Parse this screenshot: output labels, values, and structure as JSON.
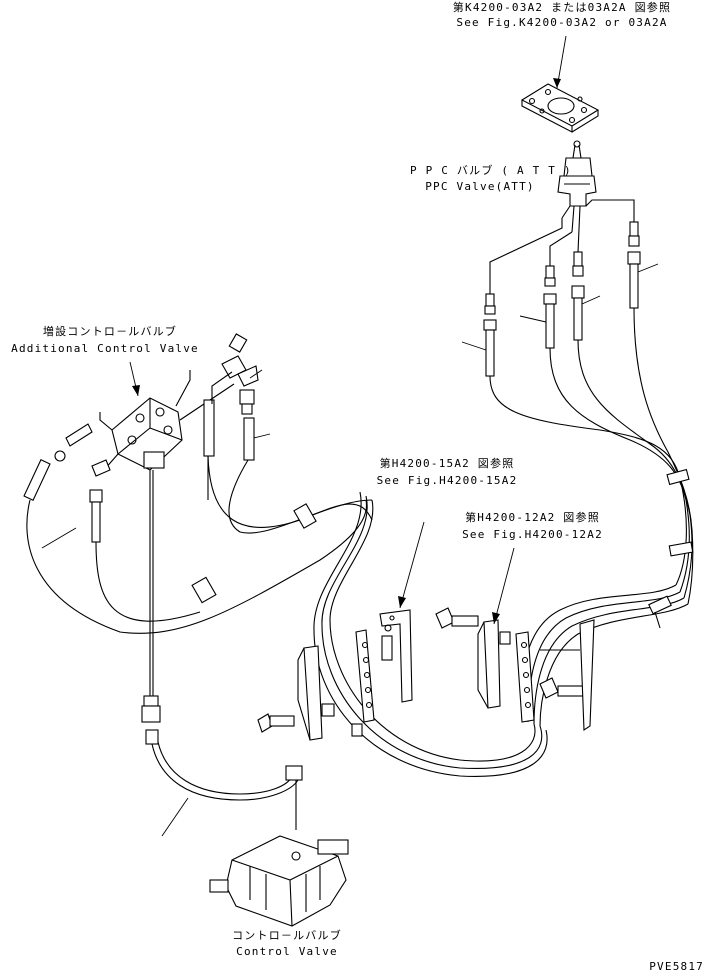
{
  "labels": {
    "ref_k4200_jp": "第K4200-03A2 または03A2A 図参照",
    "ref_k4200_en": "See Fig.K4200-03A2 or 03A2A",
    "ppc_valve_jp": "P P C バルブ ( A T T )",
    "ppc_valve_en": "PPC Valve(ATT)",
    "add_valve_jp": "増設コントロ－ルバルブ",
    "add_valve_en": "Additional Control Valve",
    "ref_h4200_15_jp": "第H4200-15A2 図参照",
    "ref_h4200_15_en": "See Fig.H4200-15A2",
    "ref_h4200_12_jp": "第H4200-12A2 図参照",
    "ref_h4200_12_en": "See Fig.H4200-12A2",
    "control_valve_jp": "コントロ－ルバルブ",
    "control_valve_en": "Control Valve",
    "drawing_code": "PVE5817"
  },
  "colors": {
    "line": "#000000",
    "background": "#ffffff"
  }
}
